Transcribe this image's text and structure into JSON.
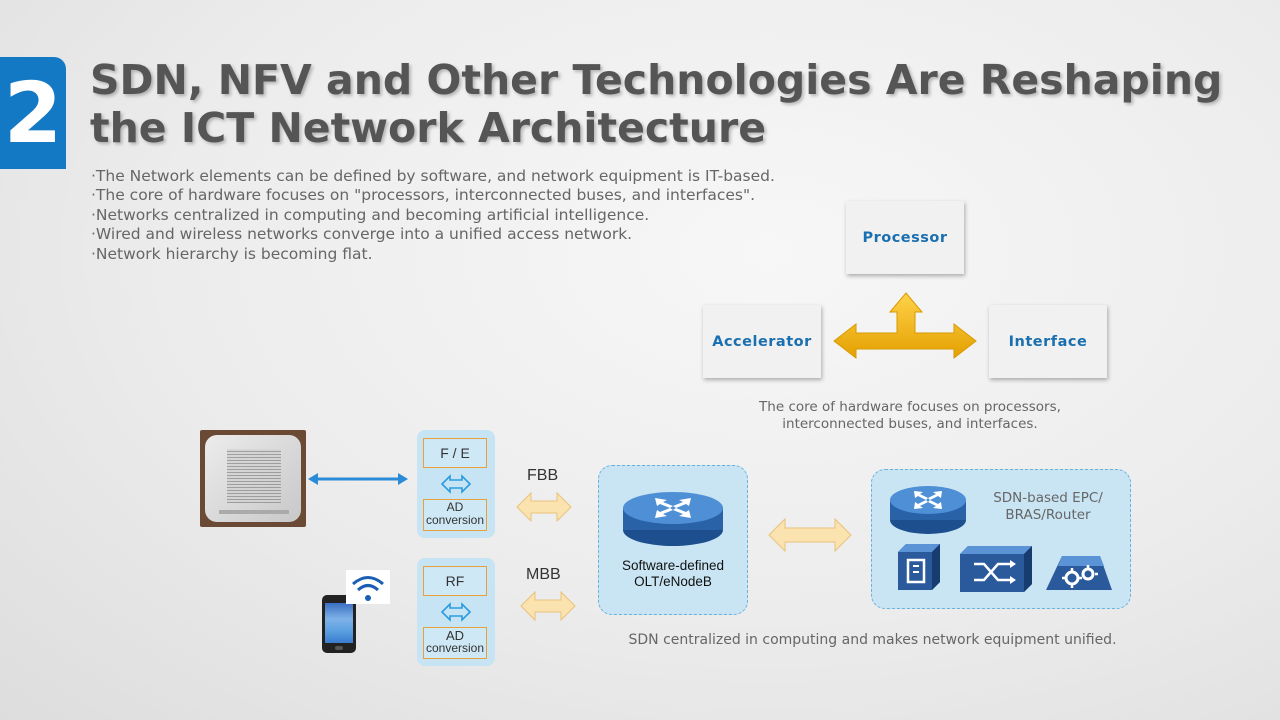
{
  "slide": {
    "number": "2",
    "title": "SDN, NFV and Other Technologies Are Reshaping the ICT Network Architecture",
    "bullets": [
      "·The Network elements  can be defined by software, and network equipment is IT-based.",
      "·The core of hardware focuses on \"processors, interconnected buses, and interfaces\".",
      "·Networks centralized in computing and becoming artificial intelligence.",
      "·Wired and wireless networks converge into a unified access network.",
      "·Network  hierarchy is becoming flat."
    ]
  },
  "hardware": {
    "processor": "Processor",
    "accelerator": "Accelerator",
    "interface": "Interface",
    "caption_line1": "The core of hardware focuses on processors,",
    "caption_line2": "interconnected buses, and interfaces."
  },
  "access": {
    "fixed_module": {
      "top": "F / E",
      "bottom_line1": "AD",
      "bottom_line2": "conversion"
    },
    "mobile_module": {
      "top": "RF",
      "bottom_line1": "AD",
      "bottom_line2": "conversion"
    },
    "fbb": "FBB",
    "mbb": "MBB",
    "olt_line1": "Software-defined",
    "olt_line2": "OLT/eNodeB",
    "sdn_line1": "SDN-based EPC/",
    "sdn_line2": "BRAS/Router",
    "caption": "SDN centralized in computing and makes network equipment unified."
  },
  "colors": {
    "accent_blue": "#1479c4",
    "arrow_gold": "#f0b400",
    "light_arrow": "#fbe3b0",
    "module_blue": "#c6e4f4"
  }
}
